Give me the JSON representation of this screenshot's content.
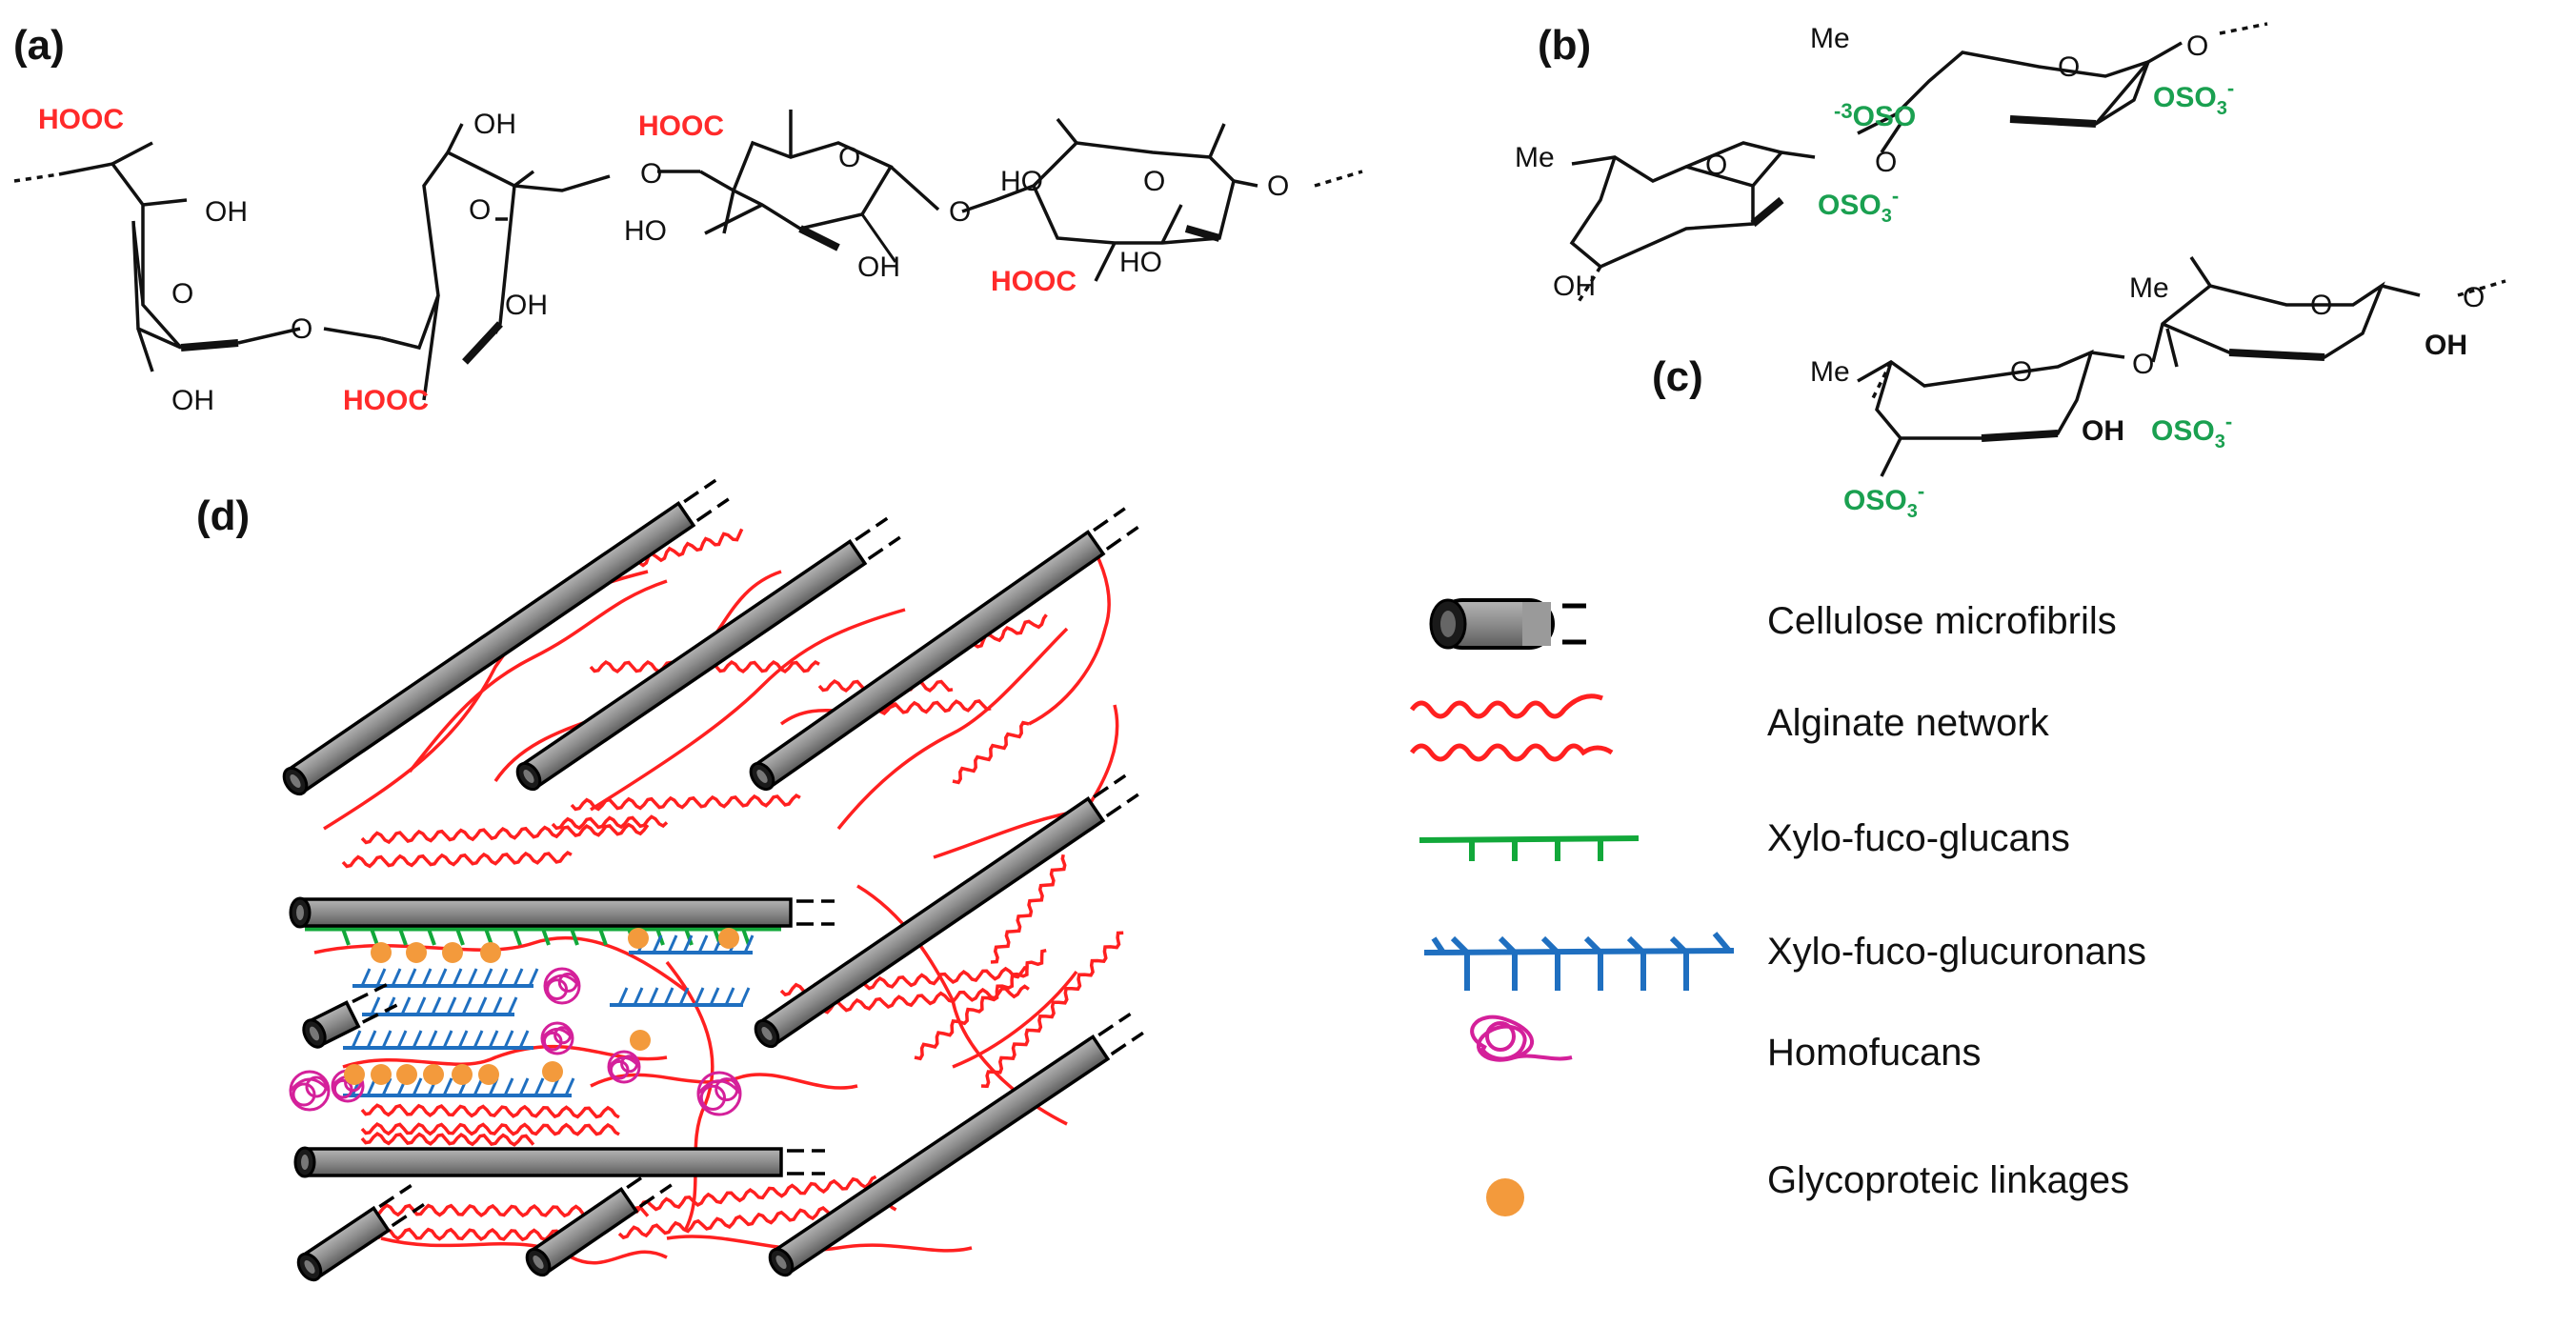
{
  "panels": {
    "a": "(a)",
    "b": "(b)",
    "c": "(c)",
    "d": "(d)"
  },
  "structure_a": {
    "hooc": "HOOC",
    "oh": "OH",
    "o": "O",
    "ho": "HO"
  },
  "structure_bc": {
    "me": "Me",
    "o": "O",
    "oh": "OH",
    "oso3": "OSO",
    "sub3": "3",
    "minus": "-",
    "pre_3": "-3",
    "so_suffix": "OSO"
  },
  "legend": [
    {
      "icon": "cellulose-microfibril-icon",
      "label": "Cellulose microfibrils"
    },
    {
      "icon": "alginate-network-icon",
      "label": "Alginate network"
    },
    {
      "icon": "xylo-fuco-glucan-icon",
      "label": "Xylo-fuco-glucans"
    },
    {
      "icon": "xylo-fuco-glucuronan-icon",
      "label": "Xylo-fuco-glucuronans"
    },
    {
      "icon": "homofucan-icon",
      "label": "Homofucans"
    },
    {
      "icon": "glycoproteic-linkage-icon",
      "label": "Glycoproteic linkages"
    }
  ],
  "colors": {
    "acid_red": "#ff2a2a",
    "sulfate_green": "#1aa050",
    "alginate": "#ff2020",
    "xfg_green": "#12a83a",
    "xfgr_blue": "#1f6fc0",
    "homofucan": "#d4209a",
    "linkage_orange": "#f39a3c",
    "fibril_gray": "#8a8a8a"
  }
}
